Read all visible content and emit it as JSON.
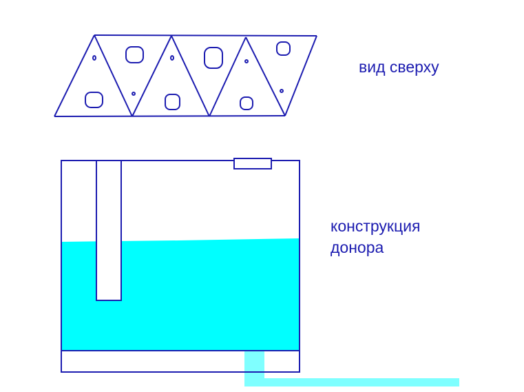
{
  "colors": {
    "line": "#1c1cb0",
    "water": "#00ffff",
    "pipe": "#7fffff",
    "background": "#ffffff",
    "text": "#1c1cb0"
  },
  "labels": {
    "top_view": "вид сверху",
    "construction_line1": "конструкция",
    "construction_line2": "донора"
  }
}
